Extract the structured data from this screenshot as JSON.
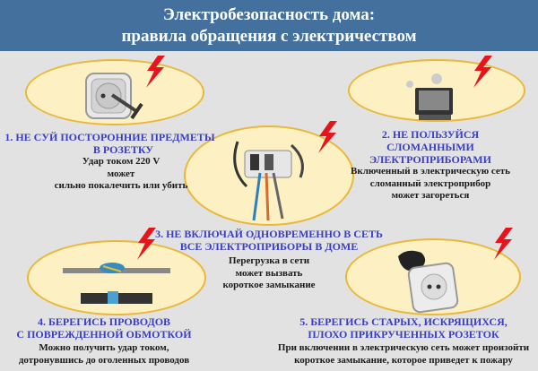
{
  "header": {
    "line1": "Электробезопасность дома:",
    "line2": "правила обращения с электричеством"
  },
  "rules": [
    {
      "title1": "1.   НЕ СУЙ ПОСТОРОННИЕ ПРЕДМЕТЫ",
      "title2": "В РОЗЕТКУ",
      "body": [
        "Удар током 220 V",
        "может",
        "сильно покалечить или убить"
      ]
    },
    {
      "title1": "2. НЕ ПОЛЬЗУЙСЯ СЛОМАННЫМИ",
      "title2": "ЭЛЕКТРОПРИБОРАМИ",
      "body": [
        "Включенный в электрическую сеть",
        "сломанный электроприбор",
        "может загореться"
      ]
    },
    {
      "title1": "3. НЕ ВКЛЮЧАЙ ОДНОВРЕМЕННО В СЕТЬ",
      "title2": "ВСЕ ЭЛЕКТРОПРИБОРЫ В ДОМЕ",
      "body": [
        "Перегрузка в сети",
        "может вызвать",
        "короткое замыкание"
      ]
    },
    {
      "title1": "4. БЕРЕГИСЬ ПРОВОДОВ",
      "title2": "С ПОВРЕЖДЕННОЙ ОБМОТКОЙ",
      "body": [
        "Можно получить удар током,",
        "дотронувшись до оголенных проводов"
      ]
    },
    {
      "title1": "5. БЕРЕГИСЬ СТАРЫХ, ИСКРЯЩИХСЯ,",
      "title2": "ПЛОХО ПРИКРУЧЕННЫХ РОЗЕТОК",
      "body": [
        "При включении в электрическую сеть может произойти",
        "короткое замыкание, которое приведет к пожару"
      ]
    }
  ],
  "colors": {
    "header": "#44709d",
    "heading": "#3a3ec4",
    "ellipse": "#fdf1c4",
    "ellipse_border": "#e9b83a",
    "bolt": "#e8141c"
  }
}
